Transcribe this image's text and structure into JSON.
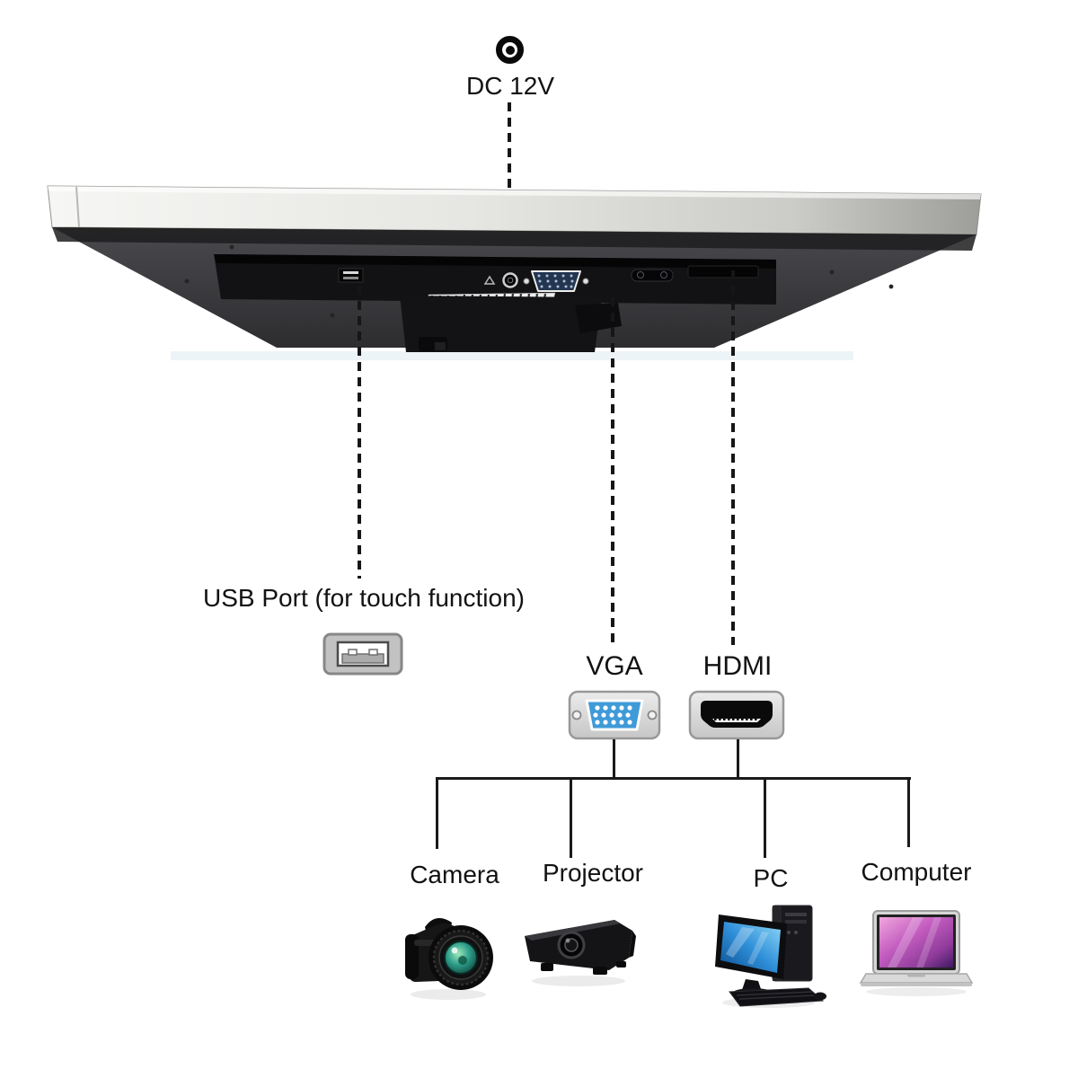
{
  "power": {
    "label": "DC 12V",
    "icon": "dc-power-jack-icon"
  },
  "monitor": {
    "icon": "monitor-underside-photo"
  },
  "usb": {
    "label": "USB Port (for touch function)",
    "icon": "usb-port-icon"
  },
  "inputs": [
    {
      "label": "VGA",
      "icon": "vga-connector-icon"
    },
    {
      "label": "HDMI",
      "icon": "hdmi-connector-icon"
    }
  ],
  "devices": [
    {
      "label": "Camera",
      "icon": "camera-icon"
    },
    {
      "label": "Projector",
      "icon": "projector-icon"
    },
    {
      "label": "PC",
      "icon": "desktop-pc-icon"
    },
    {
      "label": "Computer",
      "icon": "laptop-icon"
    }
  ],
  "colors": {
    "line": "#1a1a1a",
    "text": "#121212",
    "vga-blue": "#3f9ad8",
    "monitor-silver": "#e6e6e3",
    "monitor-underside": "#3c3c3e",
    "monitor-recess": "#121214",
    "pc-screen-blue": "#2f8fd8",
    "laptop-screen-purple": "#8f3b9b",
    "camera-lens-teal": "#2fa08c"
  }
}
